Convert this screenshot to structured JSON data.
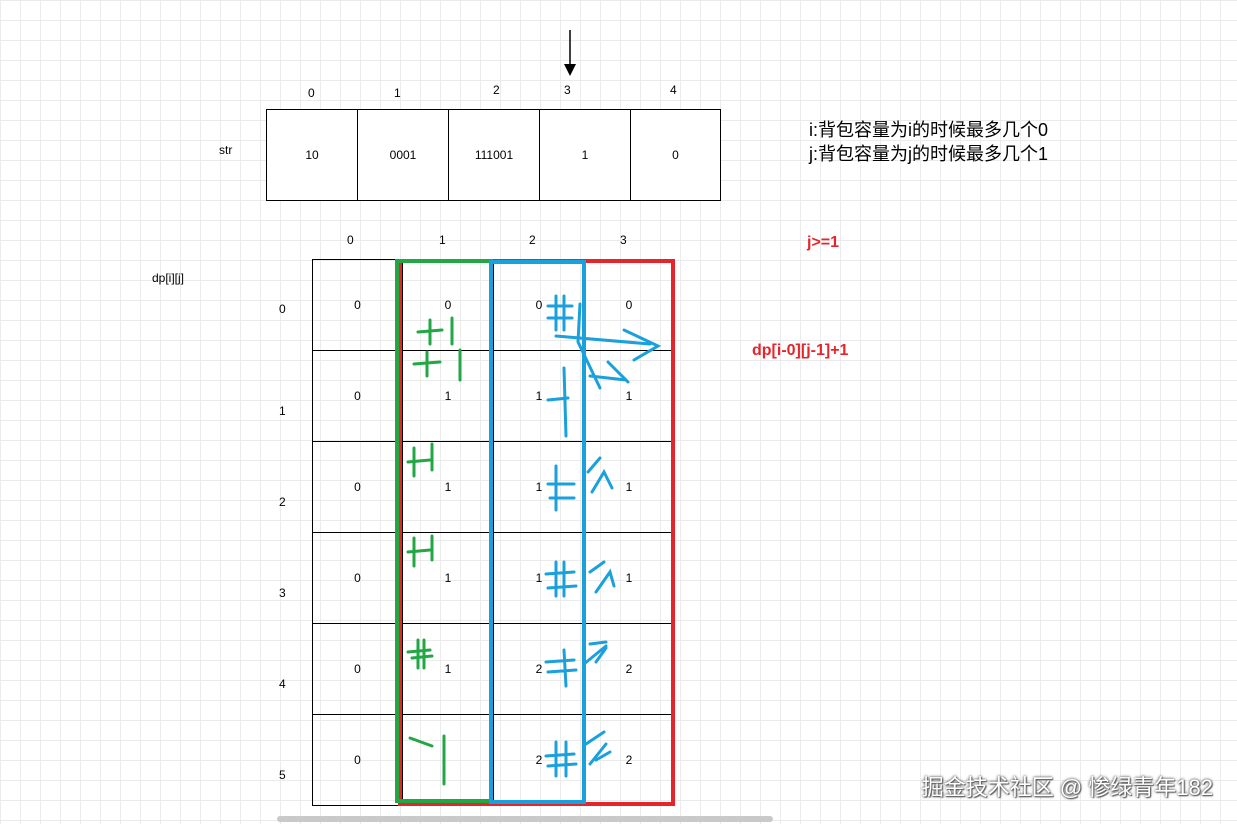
{
  "str_row": {
    "label": "str",
    "indices": [
      "0",
      "1",
      "2",
      "3",
      "4"
    ],
    "values": [
      "10",
      "0001",
      "111001",
      "1",
      "0"
    ]
  },
  "notes": {
    "line1": "i:背包容量为i的时候最多几个0",
    "line2": "j:背包容量为j的时候最多几个1",
    "condition": "j>=1",
    "formula": "dp[i-0][j-1]+1"
  },
  "dp_table": {
    "label": "dp[i][j]",
    "col_headers": [
      "0",
      "1",
      "2",
      "3"
    ],
    "row_headers": [
      "0",
      "1",
      "2",
      "3",
      "4",
      "5"
    ],
    "rows": [
      [
        "0",
        "0",
        "0",
        "0"
      ],
      [
        "0",
        "1",
        "1",
        "1"
      ],
      [
        "0",
        "1",
        "1",
        "1"
      ],
      [
        "0",
        "1",
        "1",
        "1"
      ],
      [
        "0",
        "1",
        "2",
        "2"
      ],
      [
        "0",
        "",
        "2",
        "2"
      ]
    ]
  },
  "colors": {
    "red_box": "#e4262c",
    "green_box": "#22a744",
    "blue_box": "#1aa0dc"
  },
  "watermark": "掘金技术社区 @ 惨绿青年182"
}
